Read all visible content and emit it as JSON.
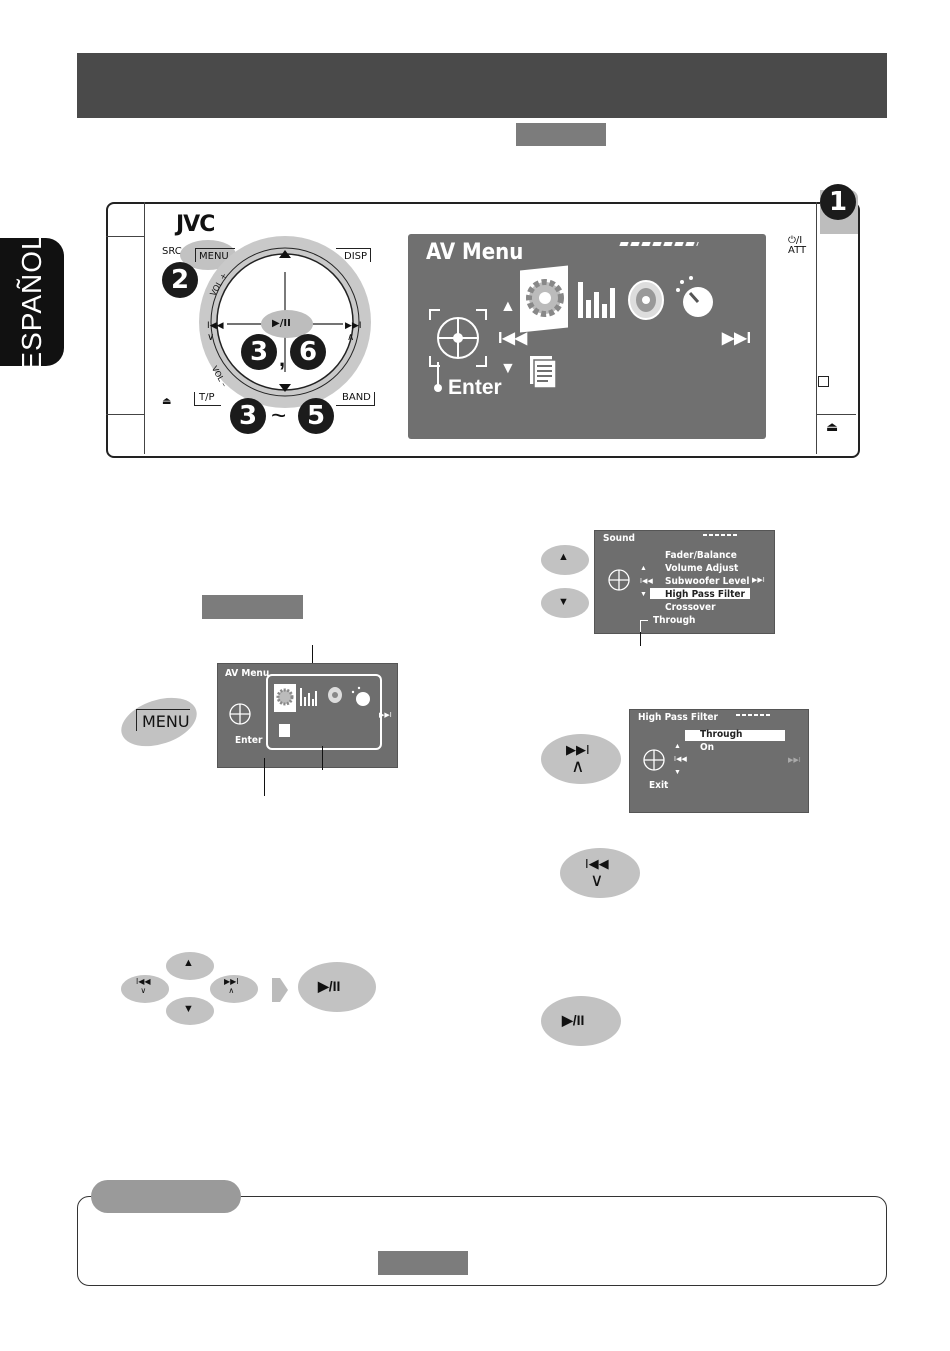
{
  "sidebar": {
    "language": "ESPAÑOL"
  },
  "unit": {
    "brand": "JVC",
    "src_label": "SRC",
    "menu_label": "MENU",
    "disp_label": "DISP",
    "tp_label": "T/P",
    "band_label": "BAND",
    "att_label": "ATT",
    "power_label": "⏻/I",
    "vol_plus": "VOL +",
    "vol_minus": "VOL –",
    "play_pause": "▶/II",
    "steps": {
      "s1": "1",
      "s2": "2",
      "s3a": "3",
      "s6": "6",
      "s3b": "3",
      "s5": "5",
      "comma": ",",
      "tilde": "~"
    },
    "screen": {
      "title": "AV Menu",
      "enter": "Enter"
    }
  },
  "sound_screen": {
    "title": "Sound",
    "items": [
      "Fader/Balance",
      "Volume Adjust",
      "Subwoofer Level",
      "High Pass Filter",
      "Crossover"
    ],
    "selected_index": 3,
    "current_value": "Through"
  },
  "av_mini_screen": {
    "title": "AV Menu",
    "enter": "Enter"
  },
  "hpf_screen": {
    "title": "High Pass Filter",
    "options": [
      "Through",
      "On"
    ],
    "exit": "Exit"
  },
  "buttons": {
    "menu": "MENU",
    "play_pause": "▶/II"
  },
  "colors": {
    "gray_bar": "#4a4a4a",
    "oval": "#c2c2c2",
    "screen": "#707070"
  }
}
